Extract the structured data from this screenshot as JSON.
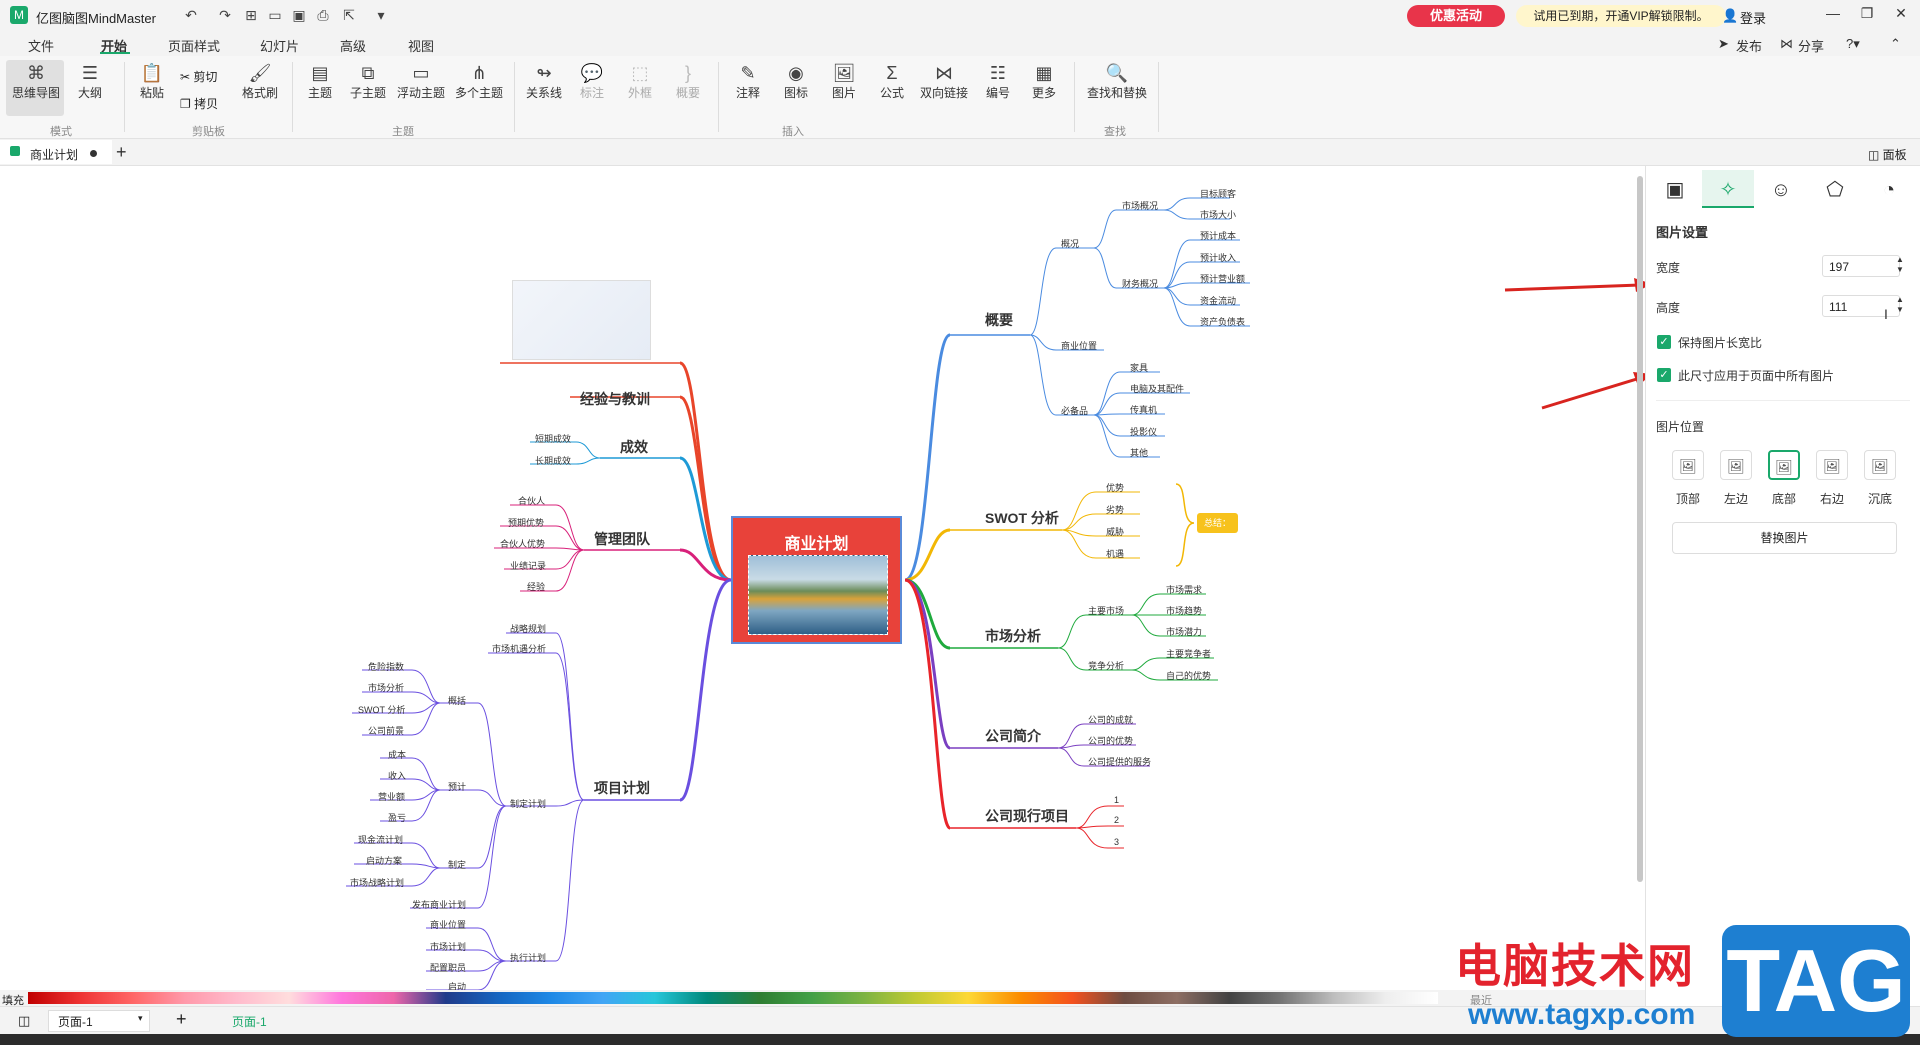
{
  "window": {
    "app_title": "亿图脑图MindMaster",
    "promo_label": "优惠活动",
    "trial_notice": "试用已到期，开通VIP解锁限制。",
    "login_label": "登录"
  },
  "menu": {
    "items": [
      "文件",
      "开始",
      "页面样式",
      "幻灯片",
      "高级",
      "视图"
    ],
    "active": "开始",
    "right": {
      "publish": "发布",
      "share": "分享"
    }
  },
  "ribbon": {
    "mode": {
      "mindmap": "思维导图",
      "outline": "大纲",
      "group": "模式"
    },
    "clipboard": {
      "paste": "粘贴",
      "cut": "剪切",
      "copy": "拷贝",
      "format_painter": "格式刷",
      "group": "剪贴板"
    },
    "topic": {
      "topic": "主题",
      "subtopic": "子主题",
      "floating": "浮动主题",
      "multiple": "多个主题",
      "group": "主题"
    },
    "insert": {
      "relation": "关系线",
      "callout": "标注",
      "boundary": "外框",
      "summary": "概要",
      "note": "注释",
      "icon": "图标",
      "picture": "图片",
      "formula": "公式",
      "bilink": "双向链接",
      "numbering": "编号",
      "more": "更多",
      "group": "插入"
    },
    "find": {
      "find_replace": "查找和替换",
      "group": "查找"
    }
  },
  "doc_tabs": {
    "current": "商业计划",
    "panel_toggle": "面板"
  },
  "panel": {
    "section_title": "图片设置",
    "width_label": "宽度",
    "width_value": "197",
    "height_label": "高度",
    "height_value": "111",
    "keep_ratio_label": "保持图片长宽比",
    "keep_ratio_checked": true,
    "apply_all_label": "此尺寸应用于页面中所有图片",
    "apply_all_checked": true,
    "position_title": "图片位置",
    "positions": [
      "顶部",
      "左边",
      "底部",
      "右边",
      "沉底"
    ],
    "position_selected": "底部",
    "replace_label": "替换图片"
  },
  "mindmap": {
    "center": "商业计划",
    "right": {
      "overview": {
        "label": "概要",
        "market": "市场概况",
        "market_items": [
          "目标顾客",
          "市场大小"
        ],
        "finance": "财务概况",
        "finance_items": [
          "预计成本",
          "预计收入",
          "预计营业额",
          "资金流动",
          "资产负债表"
        ],
        "location": "商业位置",
        "essentials": "必备品",
        "essentials_items": [
          "家具",
          "电脑及其配件",
          "传真机",
          "投影仪",
          "其他"
        ],
        "general": "概况"
      },
      "swot": {
        "label": "SWOT 分析",
        "items": [
          "优势",
          "劣势",
          "威胁",
          "机遇"
        ],
        "summary": "总结："
      },
      "market_analysis": {
        "label": "市场分析",
        "main_market": "主要市场",
        "main_items": [
          "市场需求",
          "市场趋势",
          "市场潜力"
        ],
        "competition": "竞争分析",
        "comp_items": [
          "主要竞争者",
          "自己的优势"
        ]
      },
      "company": {
        "label": "公司简介",
        "items": [
          "公司的成就",
          "公司的优势",
          "公司提供的服务"
        ]
      },
      "projects": {
        "label": "公司现行项目",
        "items": [
          "1",
          "2",
          "3"
        ]
      }
    },
    "left": {
      "lessons": {
        "label": "经验与教训"
      },
      "results": {
        "label": "成效",
        "items": [
          "短期成效",
          "长期成效"
        ]
      },
      "team": {
        "label": "管理团队",
        "items": [
          "合伙人",
          "预期优势",
          "合伙人优势",
          "业绩记录",
          "经验"
        ]
      },
      "project_plan": {
        "label": "项目计划",
        "strategy": "战略规划",
        "opportunity": "市场机遇分析",
        "summary": "概括",
        "summary_items": [
          "危险指数",
          "市场分析",
          "SWOT 分析",
          "公司前景"
        ],
        "make_plan": "制定计划",
        "budget": "预计",
        "budget_items": [
          "成本",
          "收入",
          "营业额",
          "盈亏"
        ],
        "formulate": "制定",
        "formulate_items": [
          "现金流计划",
          "启动方案",
          "市场战略计划"
        ],
        "publish": "发布商业计划",
        "execute": "执行计划",
        "execute_items": [
          "商业位置",
          "市场计划",
          "配置职员",
          "启动"
        ]
      }
    }
  },
  "status": {
    "fill_label": "填充",
    "page_tab": "页面-1",
    "page_active": "页面-1",
    "recent_label": "最近"
  },
  "watermark": {
    "text": "电脑技术网",
    "url": "www.tagxp.com",
    "tag": "TAG"
  }
}
